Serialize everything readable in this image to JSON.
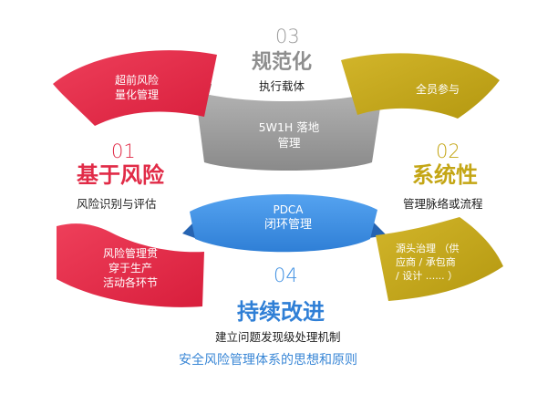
{
  "colors": {
    "red": "#e12b47",
    "red_dark": "#b81f36",
    "gray": "#9b9b9b",
    "gray_dark": "#6f6f6f",
    "gold": "#c4a615",
    "gold_dark": "#8e7908",
    "blue": "#3d8fe2",
    "blue_dark": "#2664b2",
    "text_dark": "#1f1f1f",
    "footer_text": "#3a87d6"
  },
  "sections": {
    "s01": {
      "number": "01",
      "heading": "基于风险",
      "subtitle": "风险识别与评估"
    },
    "s02": {
      "number": "02",
      "heading": "系统性",
      "subtitle": "管理脉络或流程"
    },
    "s03": {
      "number": "03",
      "heading": "规范化",
      "subtitle": "执行载体"
    },
    "s04": {
      "number": "04",
      "heading": "持续改进",
      "subtitle": "建立问题发现级处理机制"
    }
  },
  "bands": {
    "red_top": [
      "超前风险",
      "量化管理"
    ],
    "red_bottom": [
      "风险管理贯",
      "穿于生产",
      "活动各环节"
    ],
    "gray_center": [
      "5W1H 落地",
      "管理"
    ],
    "gold_top": [
      "全员参与"
    ],
    "gold_bottom": [
      "源头治理  （供",
      "应商 / 承包商",
      "/ 设计 ...... ）"
    ],
    "blue_center": [
      "PDCA",
      "闭环管理"
    ]
  },
  "footer": "安全风险管理体系的思想和原则"
}
